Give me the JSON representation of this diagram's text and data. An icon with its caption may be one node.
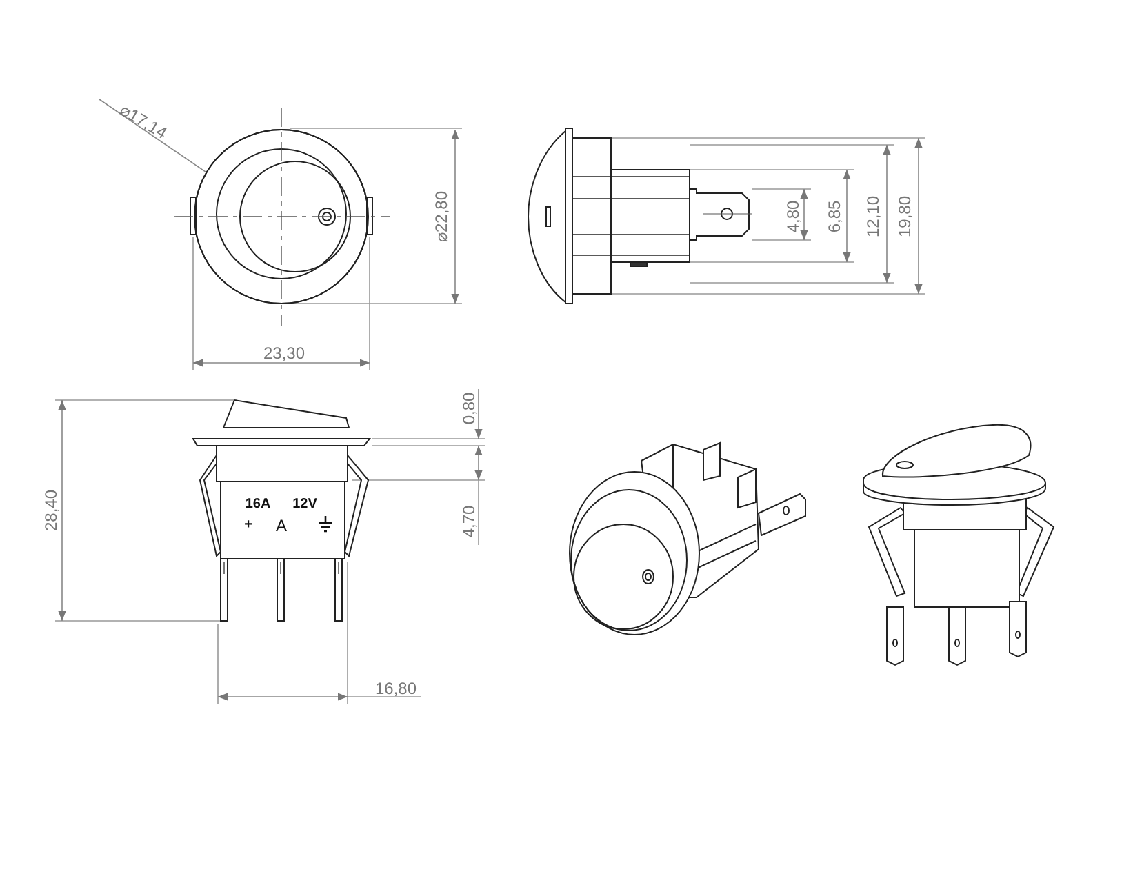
{
  "diagram": {
    "labels": [
      "⌀17,14",
      "⌀22,80",
      "23,30",
      "4,80",
      "6,85",
      "12,10",
      "19,80",
      "0,80",
      "28,40",
      "16A",
      "12V",
      "+",
      "A",
      "4,70",
      "16,80"
    ]
  }
}
